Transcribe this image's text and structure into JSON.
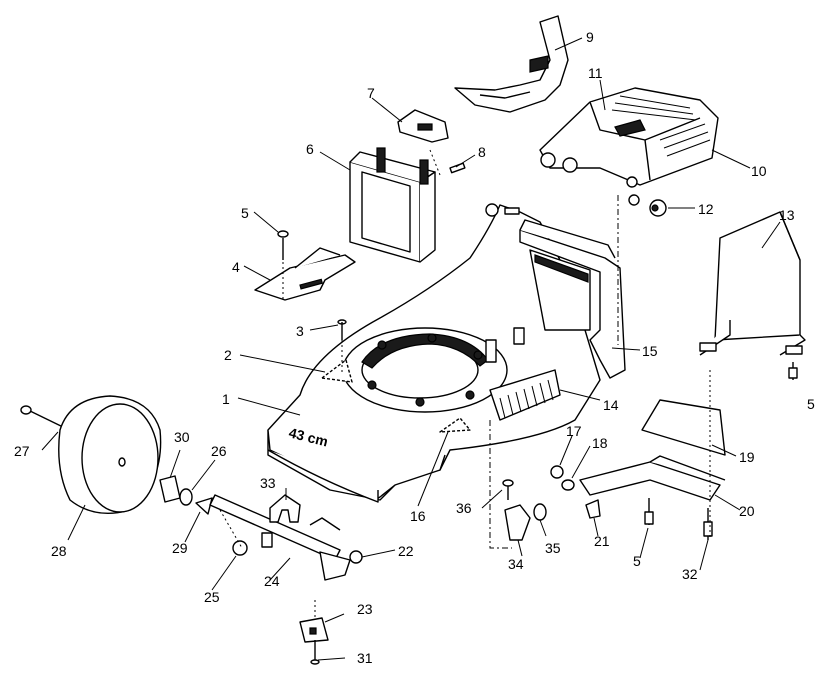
{
  "deck_size_label": "43 cm",
  "part_numbers": {
    "p1": "1",
    "p2": "2",
    "p3": "3",
    "p4": "4",
    "p5": "5",
    "p6": "6",
    "p7": "7",
    "p8": "8",
    "p9": "9",
    "p10": "10",
    "p11": "11",
    "p12": "12",
    "p13": "13",
    "p14": "14",
    "p15": "15",
    "p16": "16",
    "p17": "17",
    "p18": "18",
    "p19": "19",
    "p20": "20",
    "p21": "21",
    "p22": "22",
    "p23": "23",
    "p24": "24",
    "p25": "25",
    "p26": "26",
    "p27": "27",
    "p28": "28",
    "p29": "29",
    "p30": "30",
    "p31": "31",
    "p32": "32",
    "p33": "33",
    "p34": "34",
    "p35": "35",
    "p36": "36"
  }
}
